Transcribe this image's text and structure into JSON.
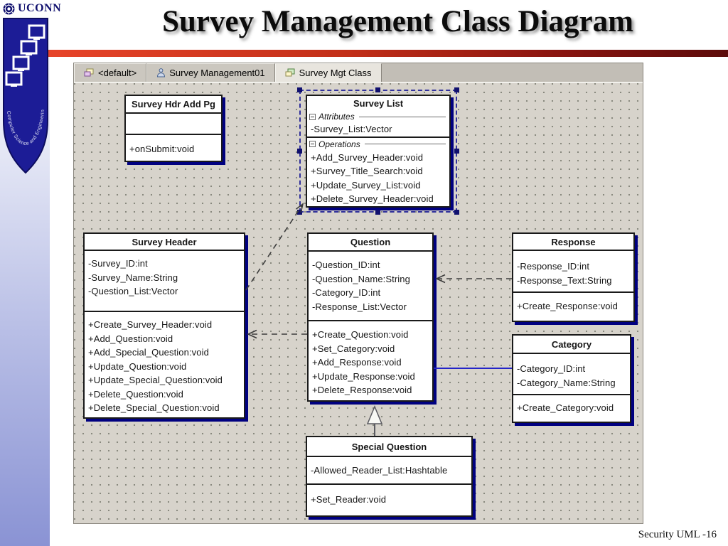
{
  "slide": {
    "title": "Survey Management Class Diagram",
    "footer": "Security UML -16",
    "logo_text": "UCONN",
    "shield_text": "Computer Science and Engineering"
  },
  "window": {
    "tabs": [
      {
        "label": "<default>"
      },
      {
        "label": "Survey Management01"
      },
      {
        "label": "Survey Mgt Class"
      }
    ],
    "active_tab": "Survey Mgt Class"
  },
  "section_labels": {
    "attributes": "Attributes",
    "operations": "Operations"
  },
  "classes": {
    "survey_hdr_add_pg": {
      "title": "Survey Hdr Add Pg",
      "attributes": [],
      "operations": [
        "+onSubmit:void"
      ]
    },
    "survey_list": {
      "title": "Survey List",
      "attributes": [
        "-Survey_List:Vector"
      ],
      "operations": [
        "+Add_Survey_Header:void",
        "+Survey_Title_Search:void",
        "+Update_Survey_List:void",
        "+Delete_Survey_Header:void"
      ],
      "selected": true
    },
    "survey_header": {
      "title": "Survey Header",
      "attributes": [
        "-Survey_ID:int",
        "-Survey_Name:String",
        "-Question_List:Vector"
      ],
      "operations": [
        "+Create_Survey_Header:void",
        "+Add_Question:void",
        "+Add_Special_Question:void",
        "+Update_Question:void",
        "+Update_Special_Question:void",
        "+Delete_Question:void",
        "+Delete_Special_Question:void"
      ]
    },
    "question": {
      "title": "Question",
      "attributes": [
        "-Question_ID:int",
        "-Question_Name:String",
        "-Category_ID:int",
        "-Response_List:Vector"
      ],
      "operations": [
        "+Create_Question:void",
        "+Set_Category:void",
        "+Add_Response:void",
        "+Update_Response:void",
        "+Delete_Response:void"
      ]
    },
    "response": {
      "title": "Response",
      "attributes": [
        "-Response_ID:int",
        "-Response_Text:String"
      ],
      "operations": [
        "+Create_Response:void"
      ]
    },
    "category": {
      "title": "Category",
      "attributes": [
        "-Category_ID:int",
        "-Category_Name:String"
      ],
      "operations": [
        "+Create_Category:void"
      ]
    },
    "special_question": {
      "title": "Special Question",
      "attributes": [
        "-Allowed_Reader_List:Hashtable"
      ],
      "operations": [
        "+Set_Reader:void"
      ]
    }
  },
  "relationships": [
    {
      "type": "dependency",
      "from": "Survey Header",
      "to": "Survey List"
    },
    {
      "type": "dependency",
      "from": "Question",
      "to": "Survey Header"
    },
    {
      "type": "dependency",
      "from": "Response",
      "to": "Question"
    },
    {
      "type": "association",
      "from": "Question",
      "to": "Category"
    },
    {
      "type": "generalization",
      "from": "Special Question",
      "to": "Question"
    }
  ],
  "colors": {
    "accent_red": "#c22f18",
    "selection_navy": "#000080",
    "canvas_bg": "#d7d3cb",
    "shield_blue": "#1c1c96"
  }
}
